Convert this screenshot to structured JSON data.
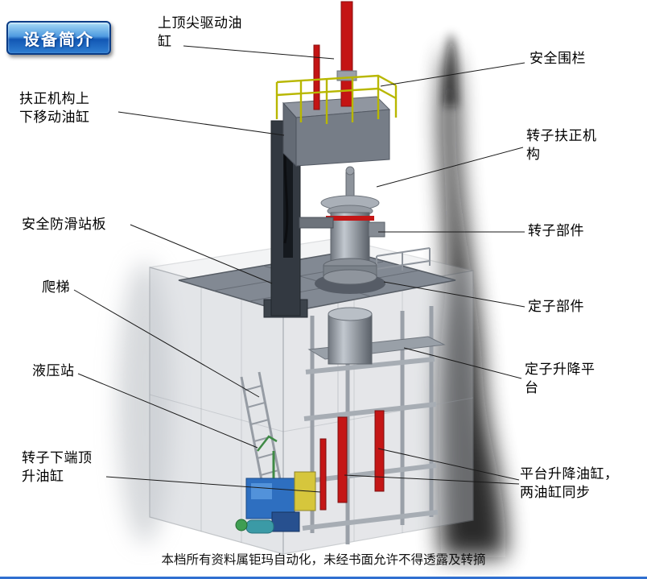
{
  "badge": {
    "label": "设备简介"
  },
  "labels": [
    {
      "id": "top-spindle-cylinder",
      "text": "上顶尖驱动油\n缸"
    },
    {
      "id": "safety-fence",
      "text": "安全围栏"
    },
    {
      "id": "centering-updown-cylinder",
      "text": "扶正机构上\n下移动油缸"
    },
    {
      "id": "rotor-centering-mechanism",
      "text": "转子扶正机\n构"
    },
    {
      "id": "anti-slip-platform",
      "text": "安全防滑站板"
    },
    {
      "id": "rotor-part",
      "text": "转子部件"
    },
    {
      "id": "ladder",
      "text": "爬梯"
    },
    {
      "id": "stator-part",
      "text": "定子部件"
    },
    {
      "id": "hydraulic-station",
      "text": "液压站"
    },
    {
      "id": "stator-lift-platform",
      "text": "定子升降平\n台"
    },
    {
      "id": "rotor-bottom-jack-cylinder",
      "text": "转子下端顶\n升油缸"
    },
    {
      "id": "platform-lift-cylinders",
      "text": "平台升降油缸，\n两油缸同步"
    }
  ],
  "footer": {
    "text": "本档所有资料属钜玛自动化，未经书面允许不得透露及转摘"
  },
  "colors": {
    "accent_red": "#c41616",
    "badge_blue": "#1257b4",
    "railing_yellow": "#b8b700",
    "pump_blue": "#2e6fc0",
    "bottom_line_blue": "#2f6fd0"
  }
}
